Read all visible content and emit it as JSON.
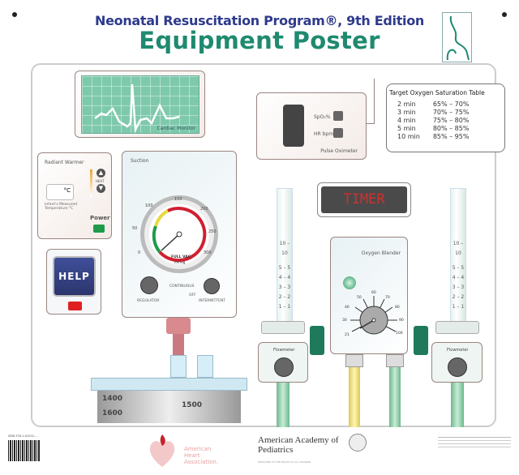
{
  "header": {
    "subtitle": "Neonatal Resuscitation Program®, 9th Edition",
    "title": "Equipment Poster"
  },
  "cardiac_monitor": {
    "label": "Cardiac Monitor"
  },
  "radiant_warmer": {
    "title": "Radiant Warmer",
    "unit": "°C",
    "temp_label": "Infant's Measured Temperature °C",
    "heat_label": "HEAT",
    "power_label": "Power"
  },
  "help": {
    "label": "HELP"
  },
  "suction": {
    "title": "Suction",
    "gauge_label": "FULL VAC",
    "gauge_unit": "mmHg",
    "gauge_ticks": [
      "0",
      "50",
      "100",
      "150",
      "200",
      "250",
      "300"
    ],
    "regulator_label": "REGULATOR",
    "continuous_label": "CONTINUOUS",
    "off_label": "OFF",
    "intermittent_label": "INTERMITTENT"
  },
  "pulse_oximeter": {
    "title": "Pulse Oximeter",
    "spo2_label": "SpO₂%",
    "hr_label": "HR bpm"
  },
  "saturation_table": {
    "title": "Target Oxygen Saturation Table",
    "rows": [
      [
        "2 min",
        "65% – 70%"
      ],
      [
        "3 min",
        "70% – 75%"
      ],
      [
        "4 min",
        "75% – 80%"
      ],
      [
        "5 min",
        "80% – 85%"
      ],
      [
        "10 min",
        "85% – 95%"
      ]
    ]
  },
  "timer": {
    "label": "TIMER"
  },
  "flowmeter": {
    "label": "Flowmeter",
    "scale": [
      "10 – 10",
      "5 – 5",
      "4 – 4",
      "3 – 3",
      "2 – 2",
      "1 – 1"
    ]
  },
  "oxygen_blender": {
    "title": "Oxygen Blender",
    "ticks": [
      "21",
      "30",
      "40",
      "50",
      "60",
      "70",
      "80",
      "90",
      "100"
    ]
  },
  "canister": {
    "marks": [
      "1400",
      "1500",
      "1600"
    ]
  },
  "footer": {
    "aha": "American Heart Association.",
    "aap": "American Academy of Pediatrics",
    "aap_tagline": "DEDICATED TO THE HEALTH OF ALL CHILDREN",
    "isbn": "ISBN 978-1-61002-..."
  },
  "colors": {
    "title_blue": "#2e3a8c",
    "title_teal": "#1f8a70",
    "monitor_green": "#7ec9ac",
    "help_red": "#e02020",
    "timer_red": "#d03030"
  }
}
